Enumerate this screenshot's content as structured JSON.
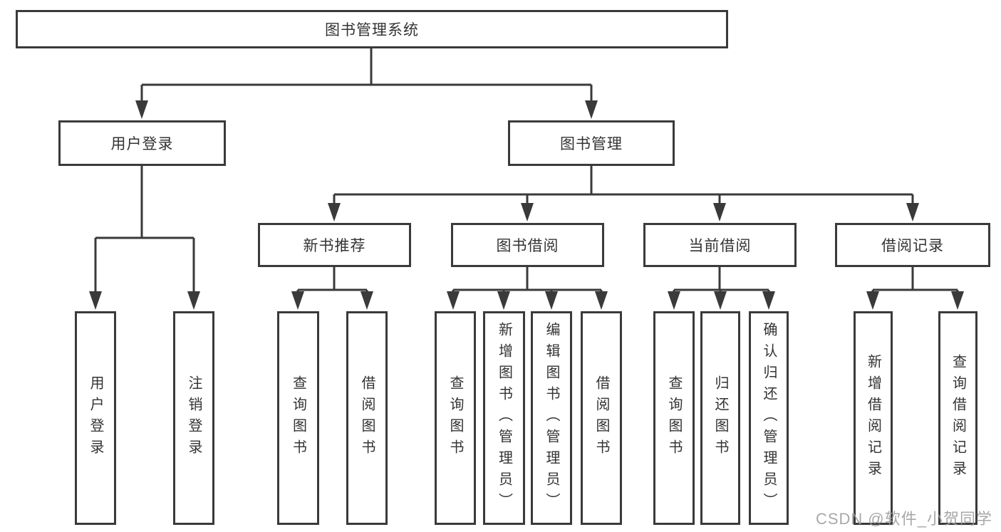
{
  "diagram": {
    "root": {
      "label": "图书管理系统"
    },
    "level1": [
      {
        "label": "用户登录"
      },
      {
        "label": "图书管理"
      }
    ],
    "level2": [
      {
        "label": "新书推荐"
      },
      {
        "label": "图书借阅"
      },
      {
        "label": "当前借阅"
      },
      {
        "label": "借阅记录"
      }
    ],
    "leaves": [
      [
        "用户登录",
        "注销登录"
      ],
      [
        "查询图书",
        "借阅图书"
      ],
      [
        "查询图书",
        "新增图书（管理员）",
        "编辑图书（管理员）",
        "借阅图书"
      ],
      [
        "查询图书",
        "归还图书",
        "确认归还（管理员）"
      ],
      [
        "新增借阅记录",
        "查询借阅记录"
      ]
    ]
  },
  "watermark": {
    "text": "CSDN @软件_小贺同学"
  },
  "colors": {
    "line": "#3a3a3a",
    "text": "#333333",
    "watermark": "#9e9e9e",
    "background": "#ffffff"
  }
}
